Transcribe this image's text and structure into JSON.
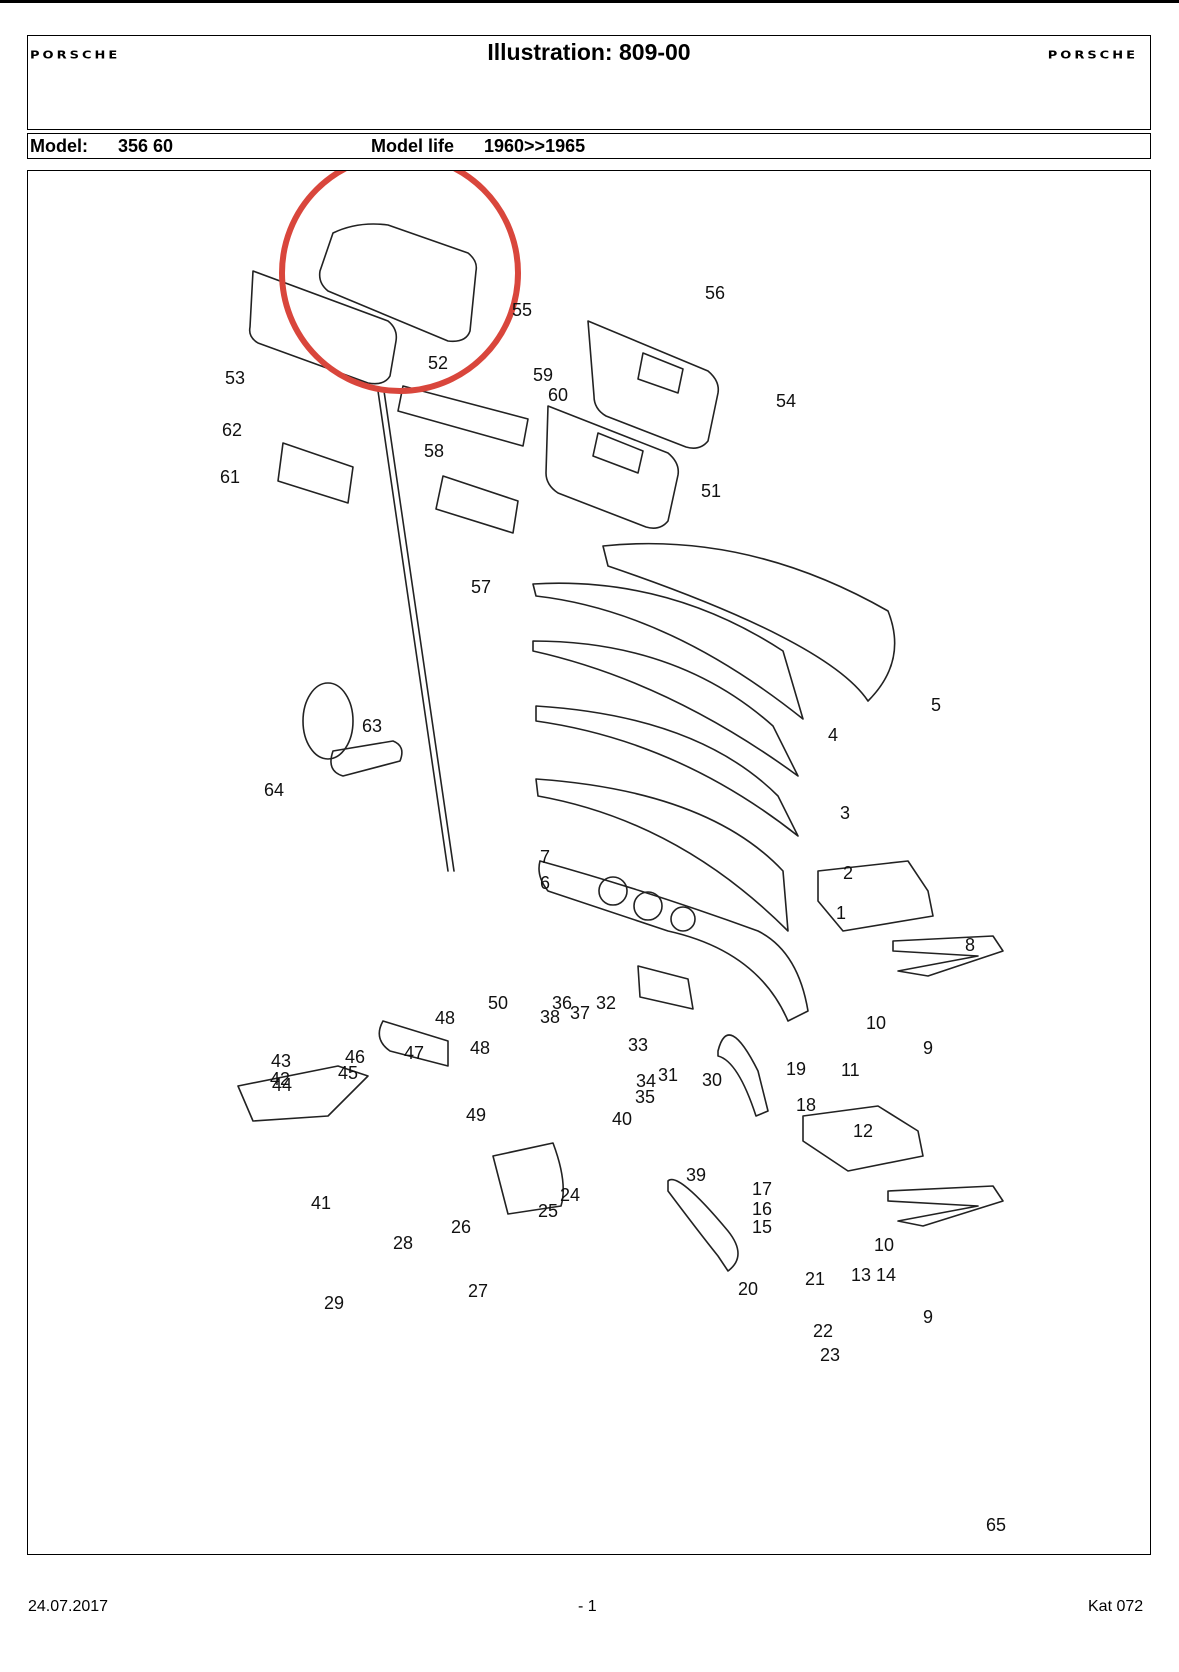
{
  "header": {
    "logo_left": "PORSCHE",
    "title": "Illustration: 809-00",
    "logo_right": "PORSCHE"
  },
  "model_bar": {
    "model_label": "Model:",
    "model_value": "356 60",
    "life_label": "Model life",
    "life_value": "1960>>1965"
  },
  "callouts": [
    "1",
    "2",
    "3",
    "4",
    "5",
    "6",
    "7",
    "8",
    "9",
    "9",
    "10",
    "10",
    "11",
    "12",
    "13",
    "14",
    "15",
    "16",
    "17",
    "18",
    "19",
    "20",
    "21",
    "22",
    "23",
    "24",
    "25",
    "26",
    "27",
    "28",
    "29",
    "30",
    "31",
    "32",
    "33",
    "34",
    "35",
    "36",
    "37",
    "38",
    "39",
    "40",
    "41",
    "42",
    "43",
    "44",
    "45",
    "46",
    "47",
    "48",
    "48",
    "49",
    "50",
    "51",
    "52",
    "53",
    "54",
    "55",
    "56",
    "57",
    "58",
    "59",
    "60",
    "61",
    "62",
    "63",
    "64",
    "65"
  ],
  "highlight_color": "#d9463c",
  "footer": {
    "date": "24.07.2017",
    "page": "- 1",
    "catalog": "Kat 072"
  }
}
